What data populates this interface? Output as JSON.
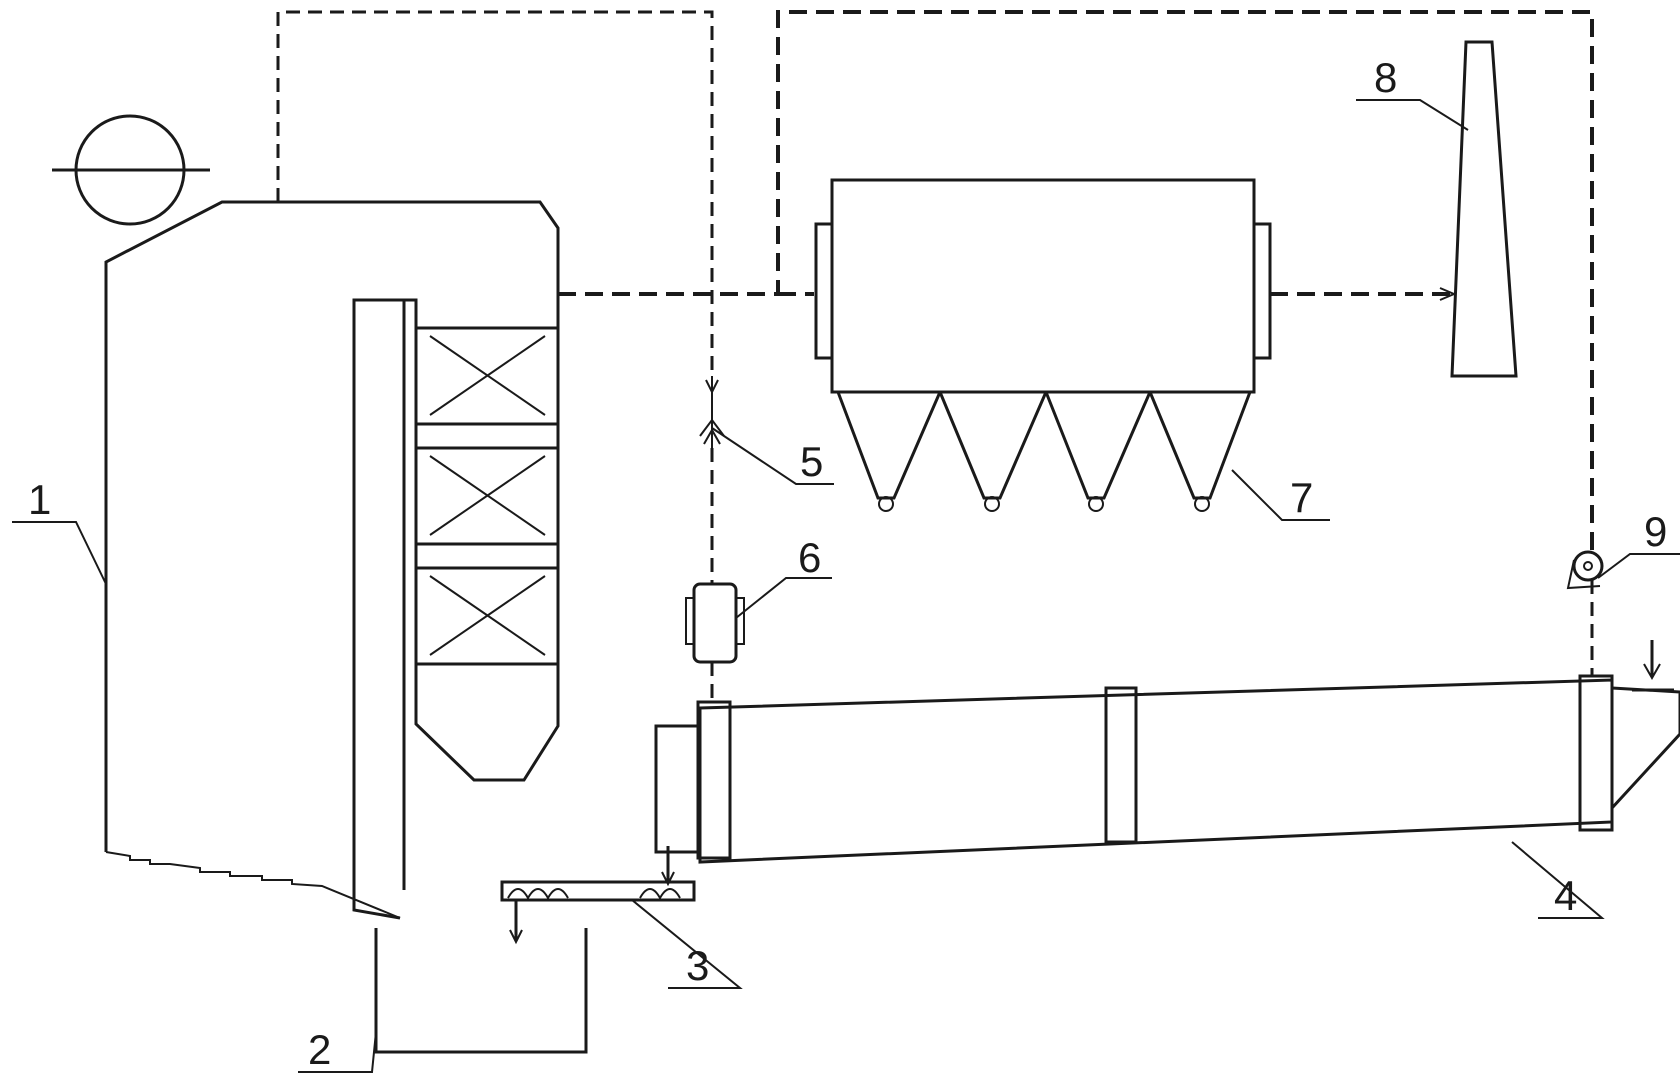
{
  "diagram": {
    "labels": {
      "l1": "1",
      "l2": "2",
      "l3": "3",
      "l4": "4",
      "l5": "5",
      "l6": "6",
      "l7": "7",
      "l8": "8",
      "l9": "9"
    }
  }
}
